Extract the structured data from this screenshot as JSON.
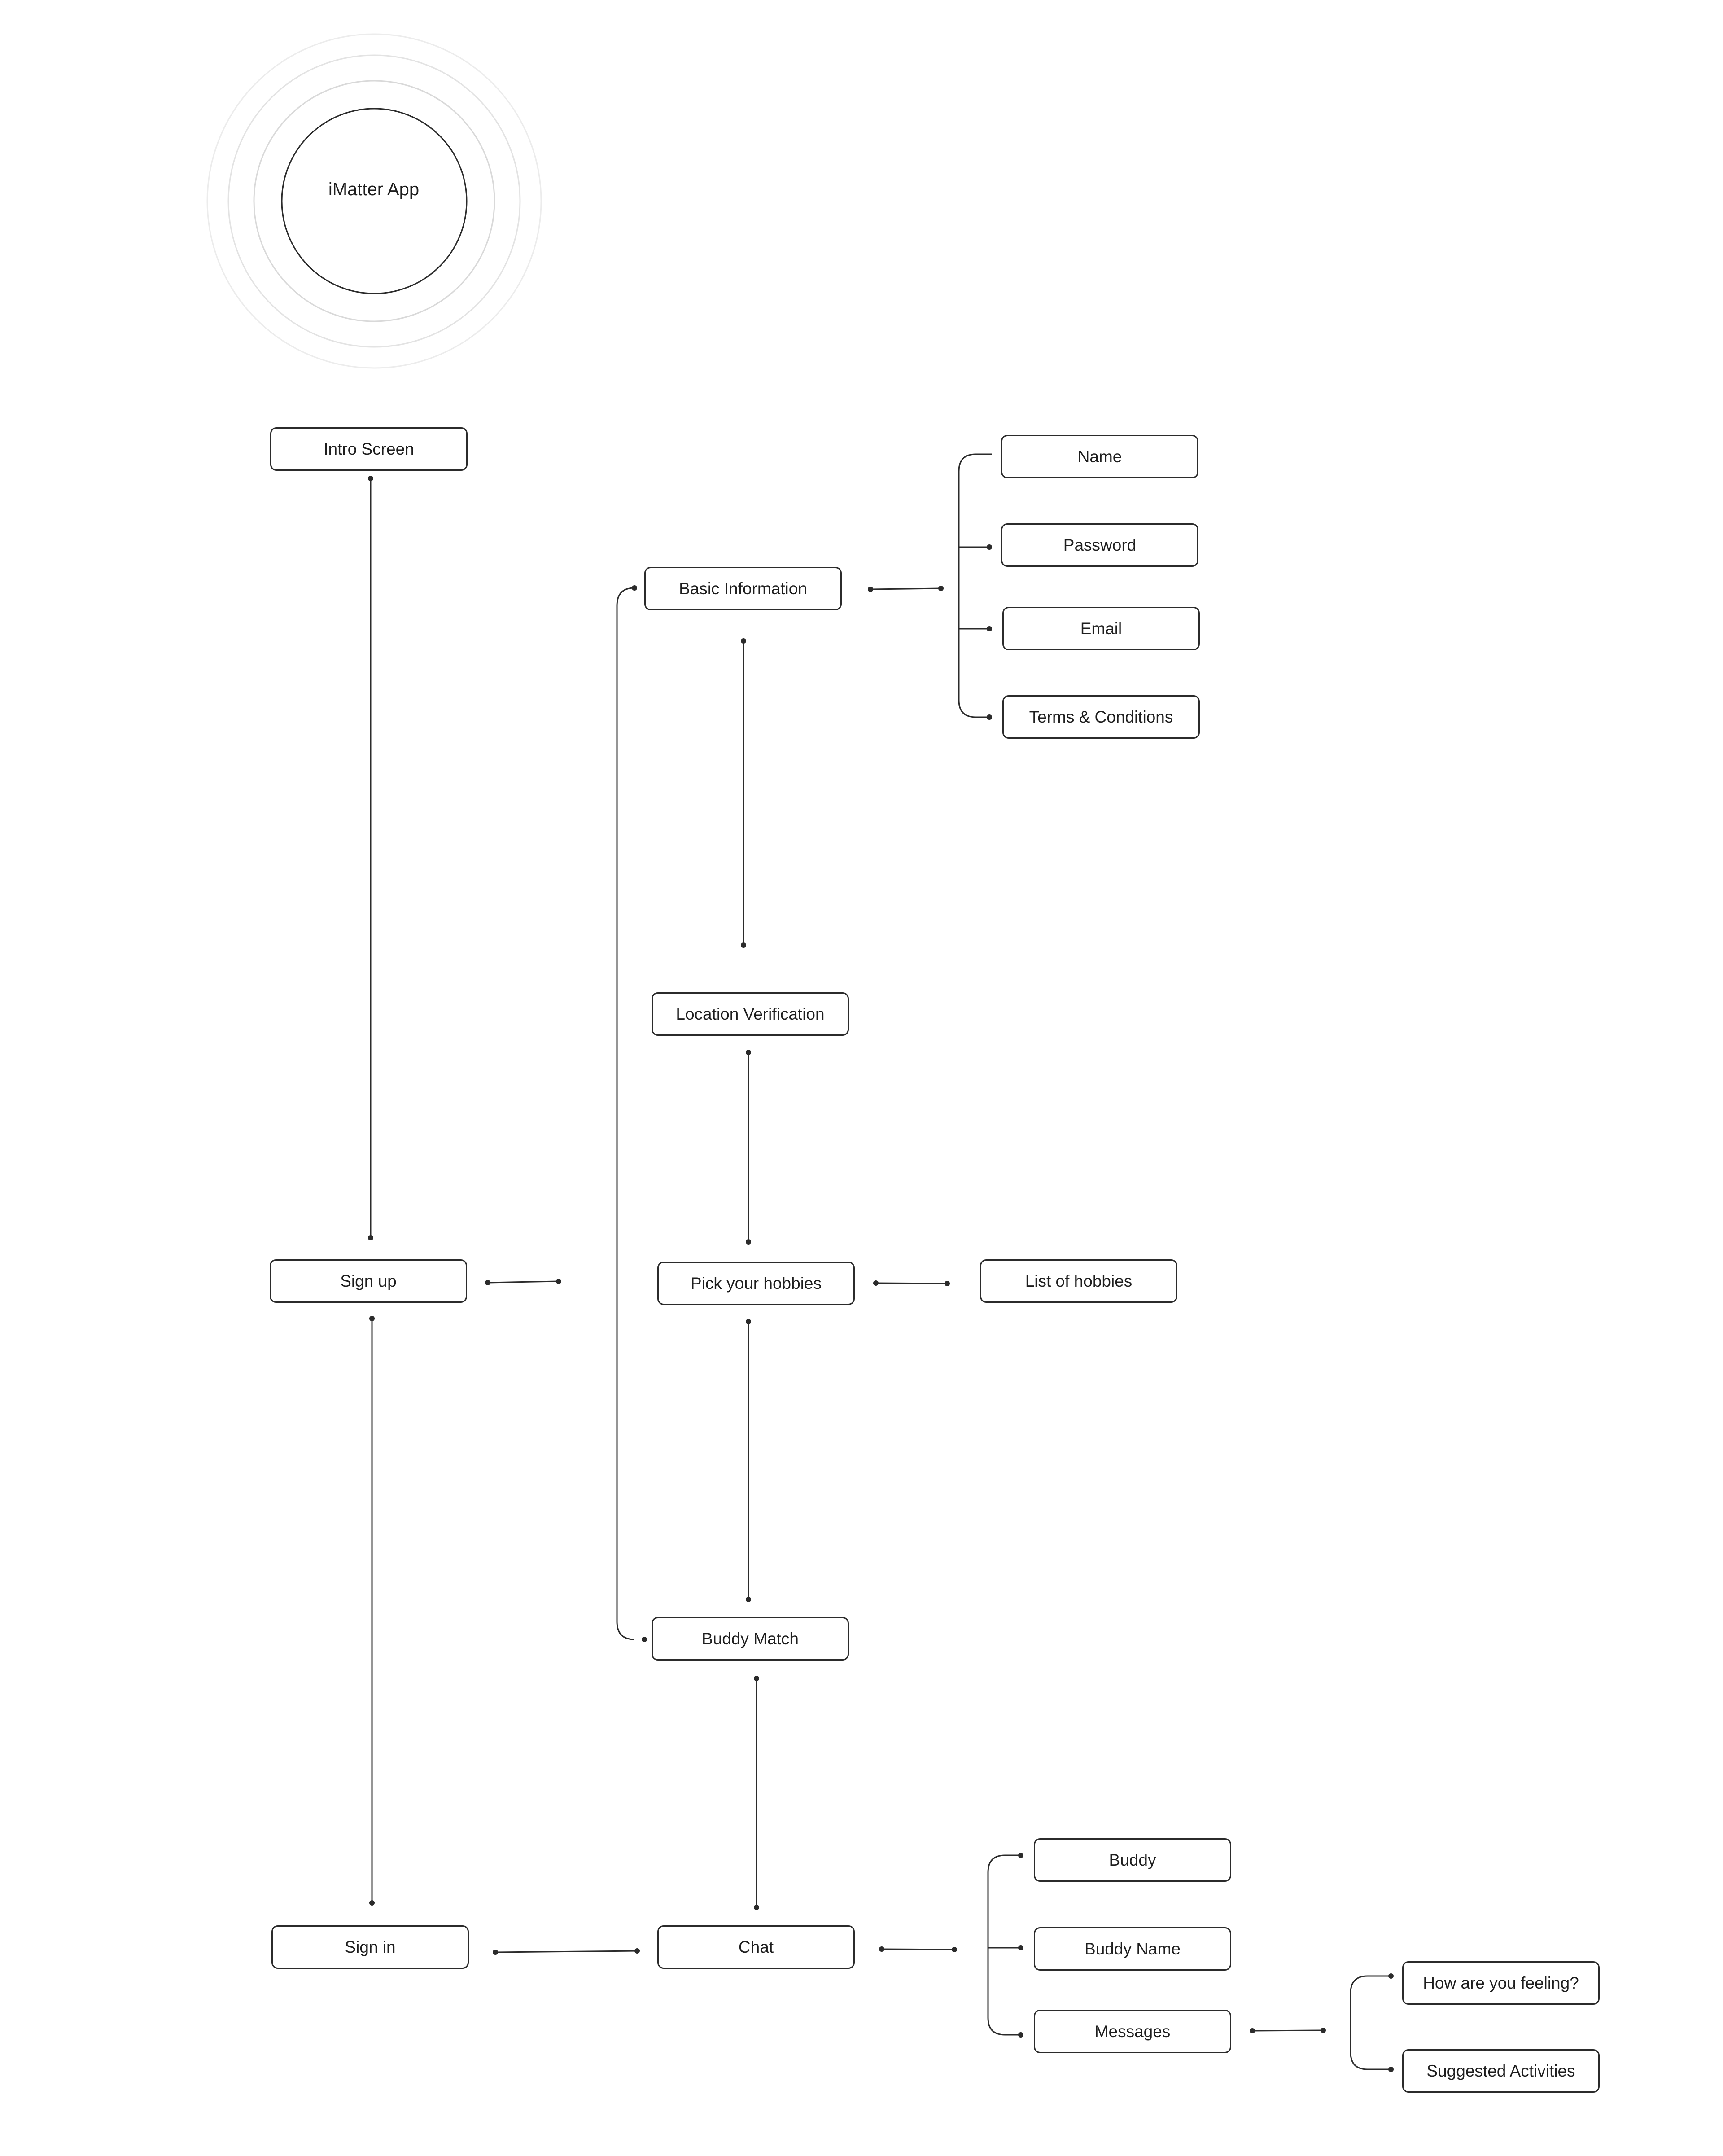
{
  "app": {
    "title": "iMatter App"
  },
  "nodes": {
    "intro": "Intro Screen",
    "signup": "Sign up",
    "signin": "Sign in",
    "basic_info": "Basic Information",
    "location": "Location Verification",
    "hobbies": "Pick your hobbies",
    "buddy_match": "Buddy Match",
    "chat": "Chat",
    "name": "Name",
    "password": "Password",
    "email": "Email",
    "terms": "Terms & Conditions",
    "list_hobbies": "List of hobbies",
    "buddy": "Buddy",
    "buddy_name": "Buddy Name",
    "messages": "Messages",
    "feeling": "How are you feeling?",
    "activities": "Suggested Activities"
  },
  "colors": {
    "line": "#2b2b2b",
    "ring": "#d9d9d9"
  }
}
